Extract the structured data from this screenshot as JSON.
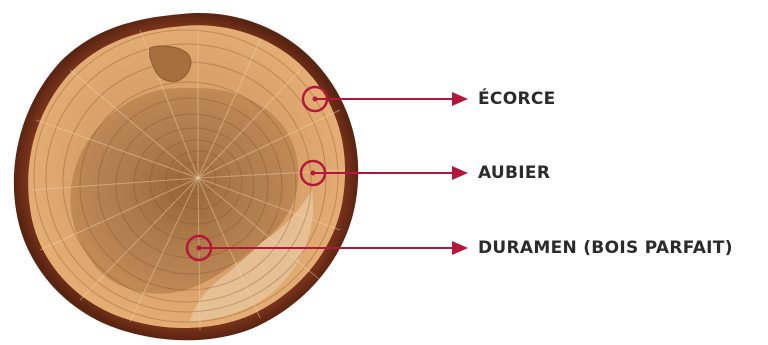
{
  "labels": {
    "ecorce": "ÉCORCE",
    "aubier": "AUBIER",
    "duramen": "DURAMEN (BOIS PARFAIT)"
  },
  "colors": {
    "accent": "#b5173a",
    "bark": "#6e2d16",
    "sapwood": "#e2ad73",
    "heartwood": "#a87446",
    "label_text": "#2b2b2b"
  },
  "illustration": "tree-trunk-cross-section"
}
